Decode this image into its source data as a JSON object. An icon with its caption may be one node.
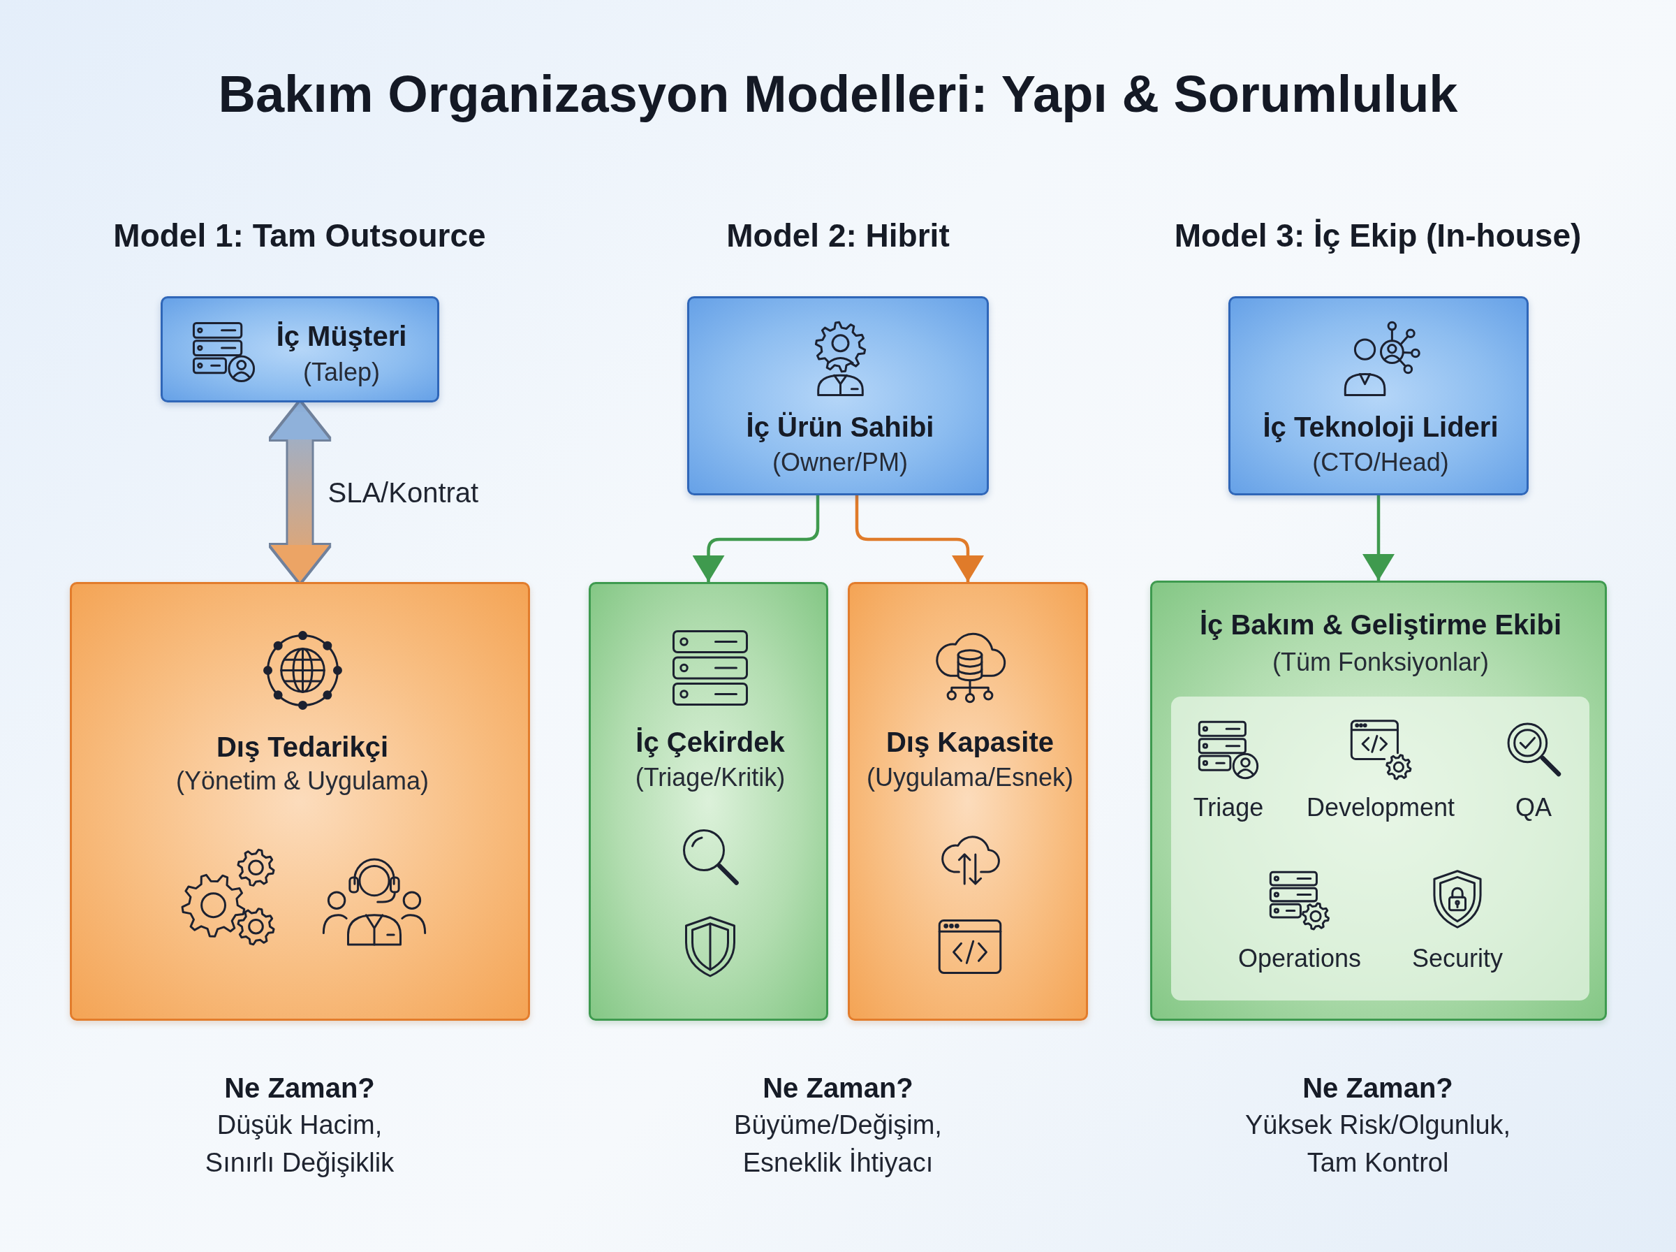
{
  "diagram": {
    "title": "Bakım Organizasyon Modelleri: Yapı & Sorumluluk",
    "nodes": [
      {
        "text": [
          "İç Müşteri",
          "(Talep)"
        ]
      },
      {
        "text": [
          "Dış Tedarikçi",
          "(Yönetim & Uygulama)"
        ]
      },
      {
        "text": [
          "İç Ürün Sahibi",
          "(Owner/PM)"
        ]
      },
      {
        "text": [
          "İç Çekirdek",
          "(Triage/Kritik)"
        ]
      },
      {
        "text": [
          "Dış Kapasite",
          "(Uygulama/Esnek)"
        ]
      },
      {
        "text": [
          "İç Teknoloji Lideri",
          "(CTO/Head)"
        ]
      },
      {
        "text": [
          "İç Bakım & Geliştirme Ekibi",
          "(Tüm Fonksiyonlar)"
        ]
      },
      {
        "text": [
          "Triage",
          "Development",
          "QA",
          "Operations",
          "Security"
        ],
        "in": 6
      }
    ],
    "edges": [
      {
        "from": 0,
        "to": 1,
        "arrow": "both",
        "label": "SLA/Kontrat",
        "style": "thick",
        "color": "#6f819b"
      },
      {
        "from": 2,
        "to": 3,
        "arrow": "to"
      },
      {
        "from": 2,
        "to": 4,
        "arrow": "to",
        "color": "#e07b2a"
      },
      {
        "from": 5,
        "to": 6,
        "arrow": "to"
      }
    ],
    "labels": [
      "Model 1: Tam Outsource",
      "Model 2: Hibrit",
      "Model 3: İç Ekip (In-house)",
      "Ne Zaman?",
      "Düşük Hacim, Sınırlı Değişiklik",
      "Ne Zaman?",
      "Büyüme/Değişim, Esneklik İhtiyacı",
      "Ne Zaman?",
      "Yüksek Risk/Olgunluk, Tam Kontrol"
    ]
  }
}
